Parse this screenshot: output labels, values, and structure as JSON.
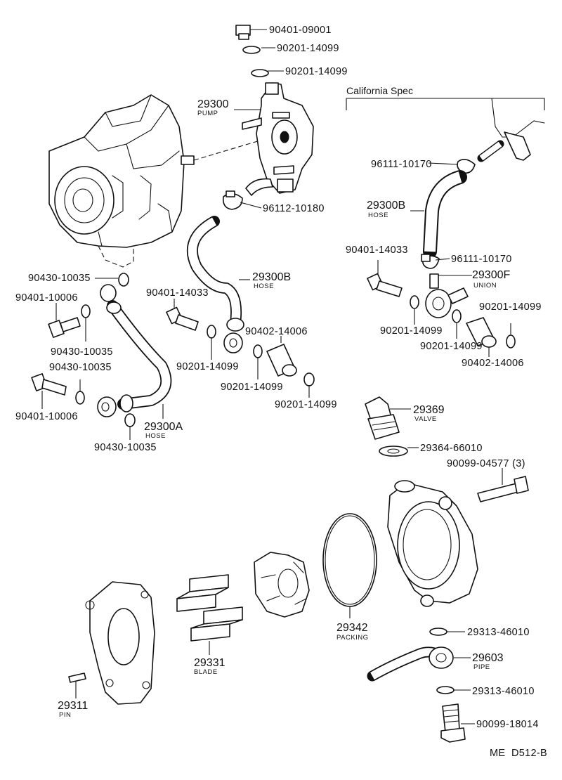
{
  "labels": {
    "p90401_09001": "90401-09001",
    "p90201_a": "90201-14099",
    "p90201_b": "90201-14099",
    "pump_num": "29300",
    "pump_name": "PUMP",
    "p96112": "96112-10180",
    "california": "California Spec",
    "p96111_a": "96111-10170",
    "hoseb_r_num": "29300B",
    "hoseb_r_name": "HOSE",
    "p90401_14033_r": "90401-14033",
    "p96111_b": "96111-10170",
    "union_num": "29300F",
    "union_name": "UNION",
    "p90201_r1": "90201-14099",
    "p90201_r2": "90201-14099",
    "p90201_r3": "90201-14099",
    "p90402_r": "90402-14006",
    "p90430_a": "90430-10035",
    "p90401_10006_a": "90401-10006",
    "p90430_b": "90430-10035",
    "p90430_c": "90430-10035",
    "p90401_10006_b": "90401-10006",
    "hosea_num": "29300A",
    "hosea_name": "HOSE",
    "p90430_d": "90430-10035",
    "p90401_14033_m": "90401-14033",
    "hoseb_m_num": "29300B",
    "hoseb_m_name": "HOSE",
    "p90402_m": "90402-14006",
    "p90201_m1": "90201-14099",
    "p90201_m2": "90201-14099",
    "p90201_m3": "90201-14099",
    "valve_num": "29369",
    "valve_name": "VALVE",
    "p29364": "29364-66010",
    "p90099_04577": "90099-04577 (3)",
    "packing_num": "29342",
    "packing_name": "PACKING",
    "blade_num": "29331",
    "blade_name": "BLADE",
    "pin_num": "29311",
    "pin_name": "PIN",
    "p29313_a": "29313-46010",
    "pipe_num": "29603",
    "pipe_name": "PIPE",
    "p29313_b": "29313-46010",
    "p90099_18014": "90099-18014",
    "footer": "ME  D512-B"
  }
}
